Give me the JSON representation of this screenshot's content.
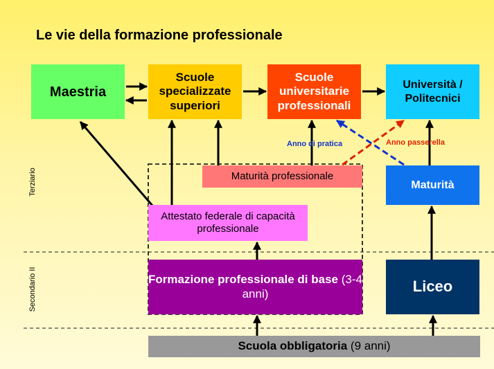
{
  "title": "Le vie della formazione professionale",
  "levels": {
    "terziario": "Terziario",
    "secondario": "Secondario II"
  },
  "boxes": {
    "maestria": "Maestria",
    "scuole_specializzate": "Scuole specializzate superiori",
    "scuole_universitarie": "Scuole universitarie professionali",
    "universita": "Università / Politecnici",
    "maturita_professionale": "Maturità professionale",
    "maturita": "Maturità",
    "attestato": "Attestato federale di capacità professionale",
    "formazione_bold": "Formazione professionale di base",
    "formazione_light": "(3-4 anni)",
    "liceo": "Liceo",
    "scuola_bold": "Scuola obbligatoria",
    "scuola_light": "(9 anni)"
  },
  "notes": {
    "anno_pratica": "Anno di pratica",
    "anno_passerella": "Anno passerella"
  },
  "colors": {
    "maestria": "#66ff66",
    "scuole_specializzate": "#ffcc00",
    "scuole_universitarie": "#ff4400",
    "universita": "#11ccff",
    "maturita_professionale": "#ff7777",
    "maturita": "#0f73ee",
    "attestato": "#ff77ff",
    "formazione": "#990099",
    "liceo": "#003366",
    "scuola_obbligatoria": "#999999",
    "anno_pratica_arrow": "#1133cc",
    "anno_passerella_arrow": "#dd2200"
  }
}
